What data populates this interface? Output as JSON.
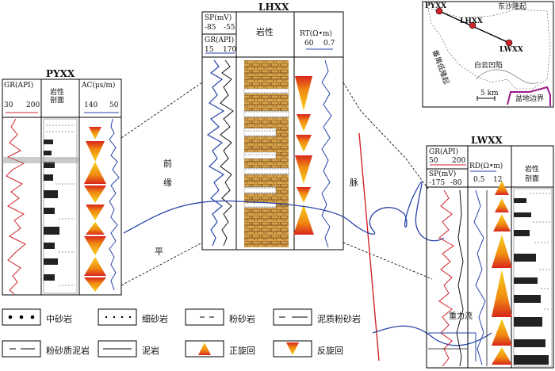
{
  "wells": {
    "pyxx": {
      "name": "PYXX",
      "gr_label": "GR(API)",
      "gr_min": "30",
      "gr_max": "200",
      "lith_label": "岩性剖面",
      "ac_label": "AC(μs/m)",
      "ac_min": "140",
      "ac_max": "50"
    },
    "lhxx": {
      "name": "LHXX",
      "sp_label": "SP(mV)",
      "sp_min": "-85",
      "sp_max": "-55",
      "gr_label": "GR(API)",
      "gr_min": "15",
      "gr_max": "170",
      "lith_label": "岩性",
      "rt_label": "RT(Ω•m)",
      "rt_min": "60",
      "rt_max": "0.7"
    },
    "lwxx": {
      "name": "LWXX",
      "gr_label": "GR(API)",
      "gr_min": "50",
      "gr_max": "200",
      "sp_label": "SP(mV)",
      "sp_min": "-175",
      "sp_max": "-80",
      "rd_label": "RD(Ω•m)",
      "rd_min": "0.5",
      "rd_max": "12",
      "lith_label": "岩性剖面"
    }
  },
  "annotations": {
    "qian": "前",
    "yuan": "缘",
    "ping": "平",
    "bo": "脉",
    "rill": "重力流"
  },
  "map": {
    "well1": "PYXX",
    "well2": "LHXX",
    "well3": "LWXX",
    "uplift_east": "东沙隆起",
    "uplift_west": "番禺低隆起",
    "sag": "白云凹陷",
    "scale": "5 km",
    "boundary": "盆地边界"
  },
  "legend": [
    {
      "pattern": "coarse-dots",
      "label": "中砂岩"
    },
    {
      "pattern": "fine-dots",
      "label": "细砂岩"
    },
    {
      "pattern": "dot-dash",
      "label": "粉砂岩"
    },
    {
      "pattern": "dash-line",
      "label": "泥质粉砂岩"
    },
    {
      "pattern": "silt-mud",
      "label": "粉砂质泥岩"
    },
    {
      "pattern": "line",
      "label": "泥岩"
    },
    {
      "pattern": "up-triangle",
      "label": "正旋回"
    },
    {
      "pattern": "down-triangle",
      "label": "反旋回"
    }
  ],
  "colors": {
    "gr": "#d0242b",
    "blue": "#2744a8",
    "tri_top": "#f2c400",
    "tri_mid": "#e8401f",
    "sand": "#d9a24a"
  }
}
